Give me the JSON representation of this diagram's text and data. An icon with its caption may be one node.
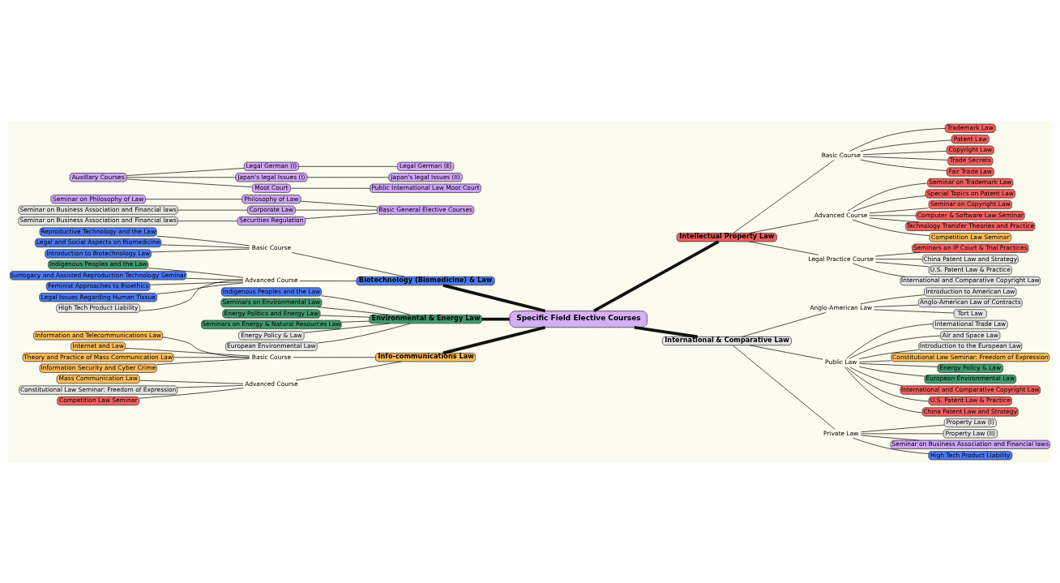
{
  "diagram": {
    "nodes": [
      {
        "text": [
          "Specific Field Elective Courses"
        ]
      },
      {
        "text": [
          "Biotechnology (Biomedicine) & Law"
        ]
      },
      {
        "text": [
          "Basic Course"
        ]
      },
      {
        "text": [
          "Reproductive Technology and the Law"
        ]
      },
      {
        "text": [
          "Legal and Social Aspects on Biomedicine"
        ]
      },
      {
        "text": [
          "Introduction to Biotechnology Law"
        ]
      },
      {
        "text": [
          "Advanced Course"
        ]
      },
      {
        "text": [
          "Indigenous Peoples and the Law"
        ]
      },
      {
        "text": [
          "Surrogacy and Assisted Reproduction Technology Seminar"
        ]
      },
      {
        "text": [
          "Feminist Approaches to Bioethics"
        ]
      },
      {
        "text": [
          "Legal Issues Regarding Human Tissue"
        ]
      },
      {
        "text": [
          "High Tech Product Liability"
        ]
      },
      {
        "text": [
          "Environmental & Energy Law"
        ]
      },
      {
        "text": [
          "Indigenous Peoples and the Law"
        ]
      },
      {
        "text": [
          "Seminars on Environmental Law"
        ]
      },
      {
        "text": [
          "Energy Politics and Energy Law"
        ]
      },
      {
        "text": [
          "Seminars on Energy & Natural Resources Law"
        ]
      },
      {
        "text": [
          "Energy Policy & Law"
        ]
      },
      {
        "text": [
          "European Environmental Law"
        ]
      },
      {
        "text": [
          "Info-communications Law"
        ]
      },
      {
        "text": [
          "Basic Course"
        ]
      },
      {
        "text": [
          "Information and Telecommunications Law"
        ]
      },
      {
        "text": [
          "Internet and Law"
        ]
      },
      {
        "text": [
          "Theory and Practice of Mass Communication Law"
        ]
      },
      {
        "text": [
          "Information Security and Cyber Crime"
        ]
      },
      {
        "text": [
          "Advanced Course"
        ]
      },
      {
        "text": [
          "Mass Communication Law"
        ]
      },
      {
        "text": [
          "Constitutional Law Seminar: Freedom of Expression"
        ]
      },
      {
        "text": [
          "Competition Law Seminar"
        ]
      },
      {
        "text": [
          "Intellectual Property Law"
        ]
      },
      {
        "text": [
          "Basic Course"
        ]
      },
      {
        "text": [
          "Trademark Law"
        ]
      },
      {
        "text": [
          "Patent Law"
        ]
      },
      {
        "text": [
          "Copyright Law"
        ]
      },
      {
        "text": [
          "Trade Secrets"
        ]
      },
      {
        "text": [
          "Fair Trade Law"
        ]
      },
      {
        "text": [
          "Advanced Course"
        ]
      },
      {
        "text": [
          "Seminar on Trademark Law"
        ]
      },
      {
        "text": [
          "Special Topics on Patent Law"
        ]
      },
      {
        "text": [
          "Seminar on Copyright Law"
        ]
      },
      {
        "text": [
          "Computer & Software Law Seminar"
        ]
      },
      {
        "text": [
          "Technology Transfer Theories and Practice"
        ]
      },
      {
        "text": [
          "Competition Law Seminar"
        ]
      },
      {
        "text": [
          "Legal Practice Course"
        ]
      },
      {
        "text": [
          "Seminars on IP Court & Trial Practices"
        ]
      },
      {
        "text": [
          "China Patent Law and Strategy"
        ]
      },
      {
        "text": [
          "U.S. Patent Law & Practice"
        ]
      },
      {
        "text": [
          "International and Comparative Copyright Law"
        ]
      },
      {
        "text": [
          "International & Comparative Law"
        ]
      },
      {
        "text": [
          "Anglo-American Law"
        ]
      },
      {
        "text": [
          "Introduction to American Law"
        ]
      },
      {
        "text": [
          "Anglo-American Law of Contracts"
        ]
      },
      {
        "text": [
          "Tort Law"
        ]
      },
      {
        "text": [
          "Public Law"
        ]
      },
      {
        "text": [
          "International Trade Law"
        ]
      },
      {
        "text": [
          "Air and Space Law"
        ]
      },
      {
        "text": [
          "Introduction to the European Law"
        ]
      },
      {
        "text": [
          "Constitutional Law Seminar: Freedom of Expression"
        ]
      },
      {
        "text": [
          "Energy Policy & Law"
        ]
      },
      {
        "text": [
          "European Environmental Law"
        ]
      },
      {
        "text": [
          "International and Comparative Copyright Law"
        ]
      },
      {
        "text": [
          "U.S. Patent Law & Practice"
        ]
      },
      {
        "text": [
          "China Patent Law and Strategy"
        ]
      },
      {
        "text": [
          "Private Law"
        ]
      },
      {
        "text": [
          "Property Law (I)"
        ]
      },
      {
        "text": [
          "Property Law (II)"
        ]
      },
      {
        "text": [
          "Seminar on Business Association and Financial laws"
        ]
      },
      {
        "text": [
          "High Tech Product Liability"
        ]
      },
      {
        "text": [
          "Basic General Elective Courses"
        ]
      },
      {
        "text": [
          "Philosophy of Law"
        ]
      },
      {
        "text": [
          "Seminar on Philosophy of Law"
        ]
      },
      {
        "text": [
          "Corporate Law"
        ]
      },
      {
        "text": [
          "Seminar on Business Association and Financial laws"
        ]
      },
      {
        "text": [
          "Securities Regulation"
        ]
      },
      {
        "text": [
          "Seminar on Business Association and Financial laws"
        ]
      },
      {
        "text": [
          "Auxillary Courses"
        ]
      },
      {
        "text": [
          "Legal German (I)"
        ]
      },
      {
        "text": [
          "Legal German (Ⅱ)"
        ]
      },
      {
        "text": [
          "Japan's legal Issues (I)"
        ]
      },
      {
        "text": [
          "Japan's legal Issues (II)"
        ]
      },
      {
        "text": [
          "Moot Court"
        ]
      },
      {
        "text": [
          "Public International Law Moot Court"
        ]
      }
    ],
    "edges": [
      {
        "from": 1,
        "to": 0,
        "arrow": "none",
        "style": "thick"
      },
      {
        "from": 2,
        "to": 1,
        "arrow": "none"
      },
      {
        "from": 6,
        "to": 1,
        "arrow": "none"
      },
      {
        "from": 3,
        "to": 2,
        "arrow": "none"
      },
      {
        "from": 4,
        "to": 2,
        "arrow": "none"
      },
      {
        "from": 5,
        "to": 2,
        "arrow": "none"
      },
      {
        "from": 7,
        "to": 6,
        "arrow": "none"
      },
      {
        "from": 8,
        "to": 6,
        "arrow": "none"
      },
      {
        "from": 9,
        "to": 6,
        "arrow": "none"
      },
      {
        "from": 10,
        "to": 6,
        "arrow": "none"
      },
      {
        "from": 11,
        "to": 6,
        "arrow": "none"
      },
      {
        "from": 12,
        "to": 0,
        "arrow": "none",
        "style": "thick"
      },
      {
        "from": 13,
        "to": 12,
        "arrow": "none"
      },
      {
        "from": 14,
        "to": 12,
        "arrow": "none"
      },
      {
        "from": 15,
        "to": 12,
        "arrow": "none"
      },
      {
        "from": 16,
        "to": 12,
        "arrow": "none"
      },
      {
        "from": 17,
        "to": 12,
        "arrow": "none"
      },
      {
        "from": 18,
        "to": 12,
        "arrow": "none"
      },
      {
        "from": 19,
        "to": 0,
        "arrow": "none",
        "style": "thick"
      },
      {
        "from": 20,
        "to": 19,
        "arrow": "none"
      },
      {
        "from": 25,
        "to": 19,
        "arrow": "none"
      },
      {
        "from": 21,
        "to": 20,
        "arrow": "none"
      },
      {
        "from": 22,
        "to": 20,
        "arrow": "none"
      },
      {
        "from": 23,
        "to": 20,
        "arrow": "none"
      },
      {
        "from": 24,
        "to": 20,
        "arrow": "none"
      },
      {
        "from": 26,
        "to": 25,
        "arrow": "none"
      },
      {
        "from": 27,
        "to": 25,
        "arrow": "none"
      },
      {
        "from": 28,
        "to": 25,
        "arrow": "none"
      },
      {
        "from": 0,
        "to": 29,
        "arrow": "none",
        "style": "thick"
      },
      {
        "from": 29,
        "to": 30,
        "arrow": "none"
      },
      {
        "from": 29,
        "to": 36,
        "arrow": "none"
      },
      {
        "from": 29,
        "to": 43,
        "arrow": "none"
      },
      {
        "from": 30,
        "to": 31,
        "arrow": "none"
      },
      {
        "from": 30,
        "to": 32,
        "arrow": "none"
      },
      {
        "from": 30,
        "to": 33,
        "arrow": "none"
      },
      {
        "from": 30,
        "to": 34,
        "arrow": "none"
      },
      {
        "from": 30,
        "to": 35,
        "arrow": "none"
      },
      {
        "from": 36,
        "to": 37,
        "arrow": "none"
      },
      {
        "from": 36,
        "to": 38,
        "arrow": "none"
      },
      {
        "from": 36,
        "to": 39,
        "arrow": "none"
      },
      {
        "from": 36,
        "to": 40,
        "arrow": "none"
      },
      {
        "from": 36,
        "to": 41,
        "arrow": "none"
      },
      {
        "from": 36,
        "to": 42,
        "arrow": "none"
      },
      {
        "from": 43,
        "to": 44,
        "arrow": "none"
      },
      {
        "from": 43,
        "to": 45,
        "arrow": "none"
      },
      {
        "from": 43,
        "to": 46,
        "arrow": "none"
      },
      {
        "from": 43,
        "to": 47,
        "arrow": "none"
      },
      {
        "from": 0,
        "to": 48,
        "arrow": "none",
        "style": "thick"
      },
      {
        "from": 48,
        "to": 49,
        "arrow": "none"
      },
      {
        "from": 48,
        "to": 53,
        "arrow": "none"
      },
      {
        "from": 48,
        "to": 63,
        "arrow": "none"
      },
      {
        "from": 49,
        "to": 50,
        "arrow": "none"
      },
      {
        "from": 49,
        "to": 51,
        "arrow": "none"
      },
      {
        "from": 49,
        "to": 52,
        "arrow": "none"
      },
      {
        "from": 53,
        "to": 54,
        "arrow": "none"
      },
      {
        "from": 53,
        "to": 55,
        "arrow": "none"
      },
      {
        "from": 53,
        "to": 56,
        "arrow": "none"
      },
      {
        "from": 53,
        "to": 57,
        "arrow": "none"
      },
      {
        "from": 53,
        "to": 58,
        "arrow": "none"
      },
      {
        "from": 53,
        "to": 59,
        "arrow": "none"
      },
      {
        "from": 53,
        "to": 60,
        "arrow": "none"
      },
      {
        "from": 53,
        "to": 61,
        "arrow": "none"
      },
      {
        "from": 53,
        "to": 62,
        "arrow": "none"
      },
      {
        "from": 63,
        "to": 64,
        "arrow": "none"
      },
      {
        "from": 63,
        "to": 65,
        "arrow": "none"
      },
      {
        "from": 63,
        "to": 66,
        "arrow": "none"
      },
      {
        "from": 63,
        "to": 67,
        "arrow": "none"
      },
      {
        "from": 69,
        "to": 68,
        "arrow": "none"
      },
      {
        "from": 71,
        "to": 68,
        "arrow": "none"
      },
      {
        "from": 73,
        "to": 68,
        "arrow": "none"
      },
      {
        "from": 70,
        "to": 69,
        "arrow": "none"
      },
      {
        "from": 72,
        "to": 71,
        "arrow": "none"
      },
      {
        "from": 74,
        "to": 73,
        "arrow": "none"
      },
      {
        "from": 75,
        "to": 76,
        "arrow": "none"
      },
      {
        "from": 75,
        "to": 78,
        "arrow": "none"
      },
      {
        "from": 75,
        "to": 80,
        "arrow": "none"
      },
      {
        "from": 76,
        "to": 77,
        "arrow": "none"
      },
      {
        "from": 78,
        "to": 79,
        "arrow": "none"
      },
      {
        "from": 80,
        "to": 81,
        "arrow": "none"
      }
    ]
  }
}
